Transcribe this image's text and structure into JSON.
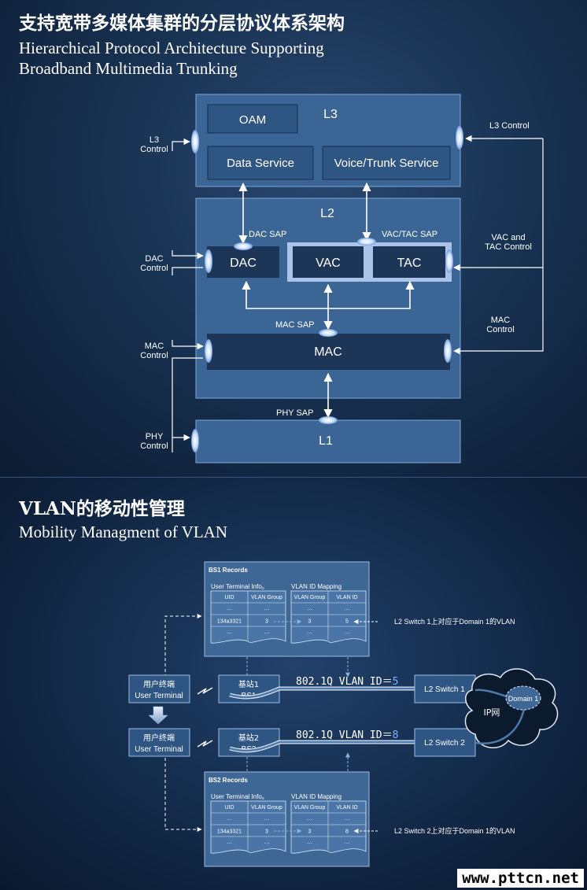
{
  "section1": {
    "title_zh": "支持宽带多媒体集群的分层协议体系架构",
    "title_en_line1": "Hierarchical Protocol Architecture Supporting",
    "title_en_line2": "Broadband Multimedia Trunking",
    "l3": {
      "label": "L3",
      "oam": "OAM",
      "data_service": "Data Service",
      "voice_service": "Voice/Trunk Service"
    },
    "l2": {
      "label": "L2",
      "dac": "DAC",
      "vac": "VAC",
      "tac": "TAC",
      "mac": "MAC"
    },
    "l1": {
      "label": "L1"
    },
    "saps": {
      "dac": "DAC SAP",
      "vactac": "VAC/TAC SAP",
      "mac": "MAC SAP",
      "phy": "PHY SAP"
    },
    "left_controls": {
      "l3": [
        "L3",
        "Control"
      ],
      "dac": [
        "DAC",
        "Control"
      ],
      "mac": [
        "MAC",
        "Control"
      ],
      "phy": [
        "PHY",
        "Control"
      ]
    },
    "right_controls": {
      "l3": [
        "L3  Control"
      ],
      "vactac": [
        "VAC and",
        "TAC Control"
      ],
      "mac": [
        "MAC",
        "Control"
      ]
    }
  },
  "section2": {
    "title_zh": "VLAN的移动性管理",
    "title_en": "Mobility Managment of VLAN",
    "bs1_records": {
      "title": "BS1 Records",
      "uti_caption": "User Terminal Info。",
      "vlan_caption": "VLAN ID Mapping",
      "left_headers": [
        "UID",
        "VLAN Group"
      ],
      "right_headers": [
        "VLAN Group",
        "VLAN ID"
      ],
      "left_rows": [
        [
          "···",
          "···"
        ],
        [
          "134a3321",
          "3"
        ],
        [
          "···",
          "···"
        ]
      ],
      "right_rows": [
        [
          "···",
          "···"
        ],
        [
          "3",
          "5"
        ],
        [
          "···",
          "···"
        ]
      ],
      "note": "L2 Switch 1上对应于Domain 1的VLAN"
    },
    "bs2_records": {
      "title": "BS2 Records",
      "uti_caption": "User Terminal Info。",
      "vlan_caption": "VLAN ID Mapping",
      "left_headers": [
        "UID",
        "VLAN Group"
      ],
      "right_headers": [
        "VLAN Group",
        "VLAN ID"
      ],
      "left_rows": [
        [
          "···",
          "···"
        ],
        [
          "134a3321",
          "3"
        ],
        [
          "···",
          "···"
        ]
      ],
      "right_rows": [
        [
          "···",
          "···"
        ],
        [
          "3",
          "8"
        ],
        [
          "···",
          "···"
        ]
      ],
      "note": "L2 Switch 2上对应于Domain 1的VLAN"
    },
    "ut1": {
      "zh": "用户终端",
      "en": "User Terminal"
    },
    "ut2": {
      "zh": "用户终端",
      "en": "User Terminal"
    },
    "bs1": {
      "zh": "基站1",
      "en": "BS1"
    },
    "bs2": {
      "zh": "基站2",
      "en": "BS2"
    },
    "link1": {
      "text": "802.1Q  VLAN  ID＝",
      "id": "5"
    },
    "link2": {
      "text": "802.1Q  VLAN  ID＝",
      "id": "8"
    },
    "switch1": "L2  Switch  1",
    "switch2": "L2  Switch  2",
    "ip_net": "IP网",
    "domain1": "Domain 1"
  },
  "watermark": "www.pttcn.net",
  "colors": {
    "accent_blue": "#5f97d8",
    "box_fill": "#3f6796",
    "panel_fill": "#3a6594"
  }
}
